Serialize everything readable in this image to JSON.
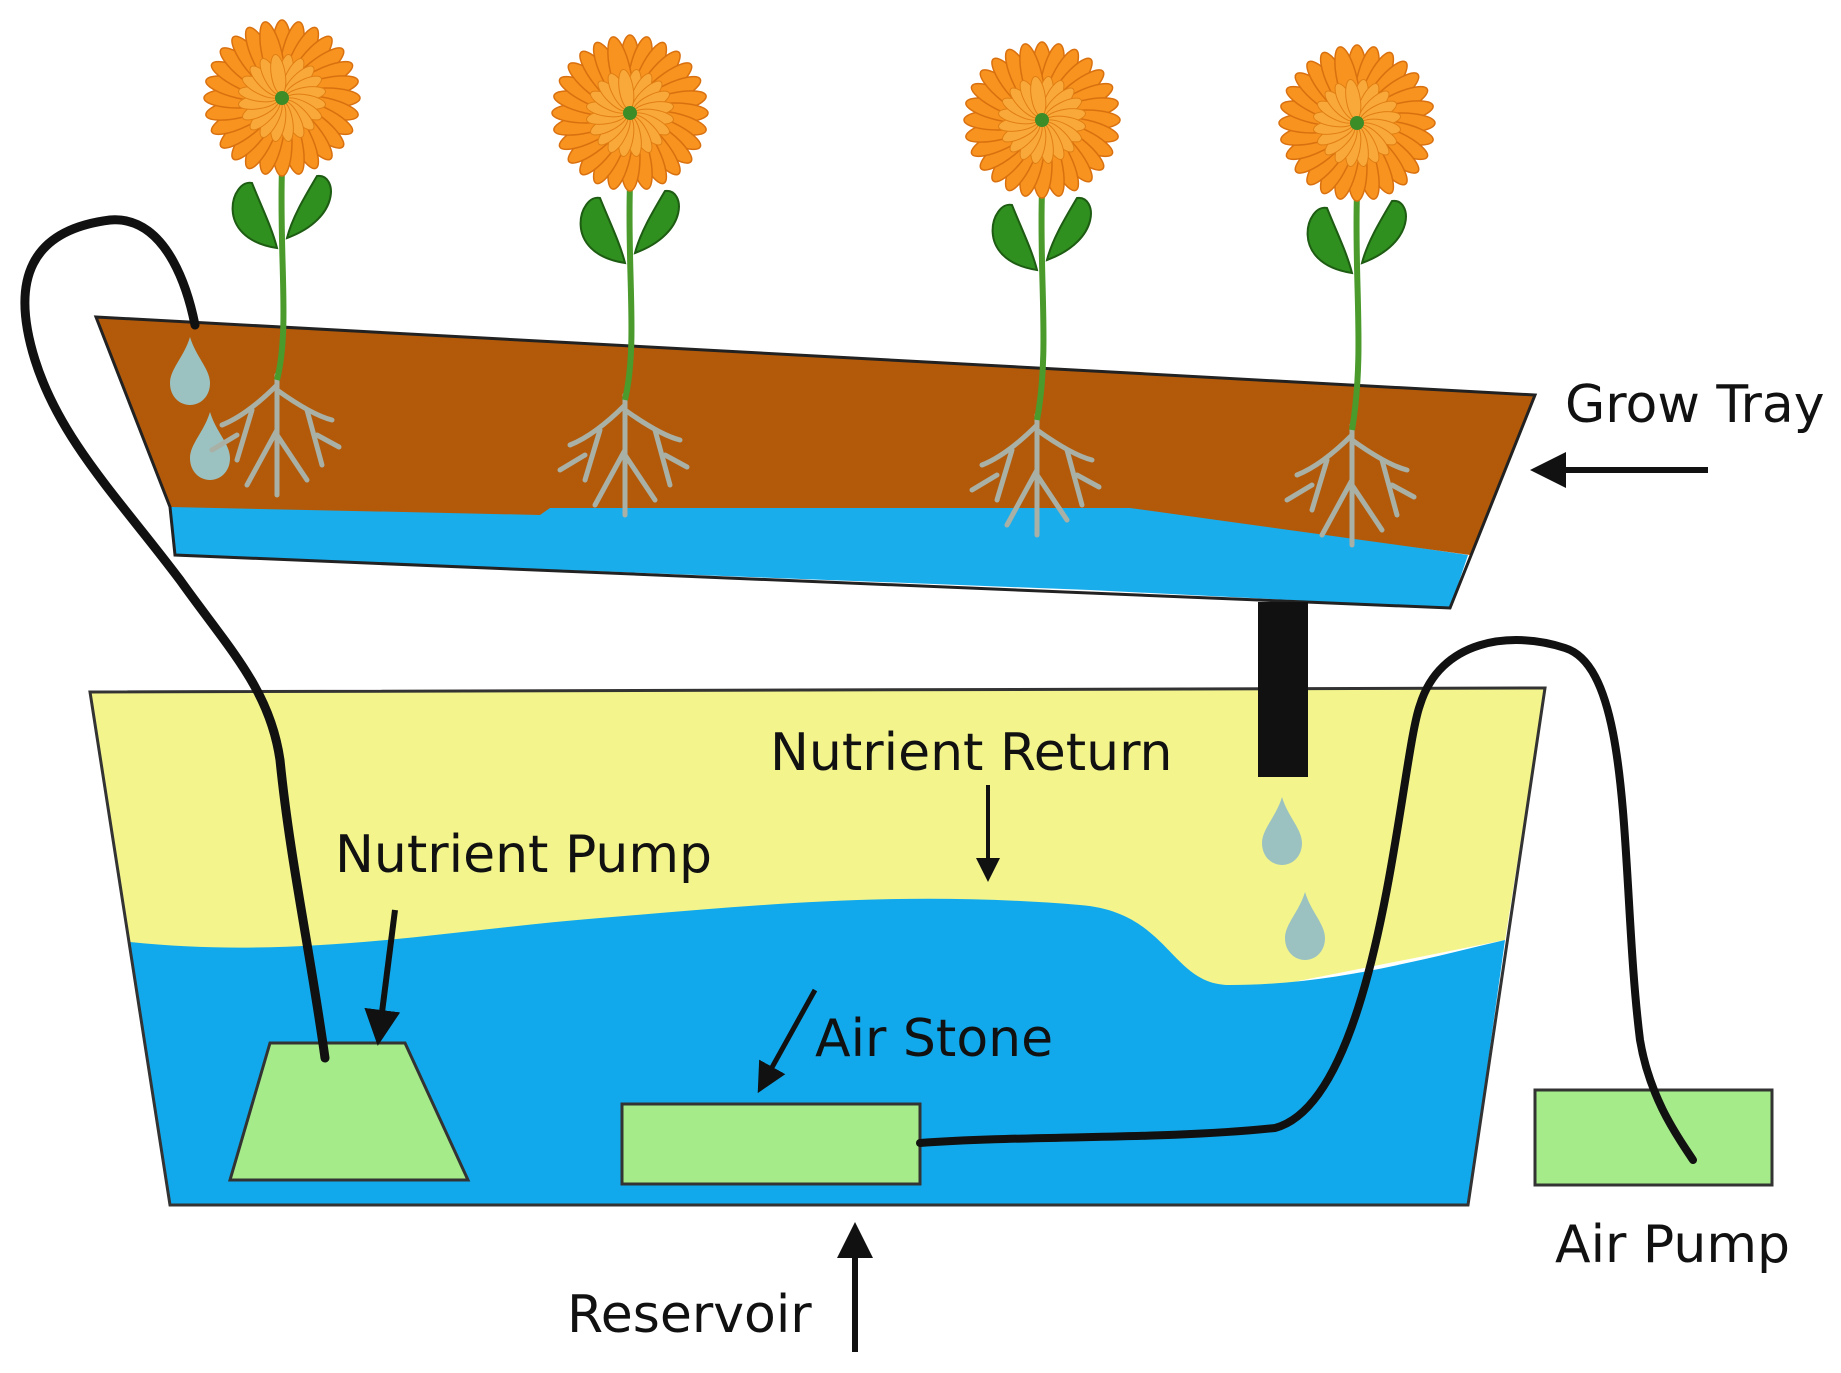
{
  "labels": {
    "grow_tray": "Grow Tray",
    "nutrient_return": "Nutrient Return",
    "nutrient_pump": "Nutrient Pump",
    "air_stone": "Air Stone",
    "air_pump": "Air Pump",
    "reservoir": "Reservoir"
  },
  "colors": {
    "tray_soil": "#B35A0A",
    "tray_water": "#1AADEB",
    "reservoir_solution": "#F3F58C",
    "reservoir_water": "#12A9EC",
    "equipment": "#A6EB8A",
    "tube": "#111111",
    "petal": "#F7931E",
    "petal_inner": "#F9A93A",
    "flower_center": "#3C8C28",
    "leaf": "#2F8F1F",
    "stem": "#4A9A2C",
    "root": "#A9B0A5",
    "drop": "#9BC2C1"
  },
  "icons": {
    "flower": "flower-icon",
    "drop": "water-drop-icon"
  }
}
